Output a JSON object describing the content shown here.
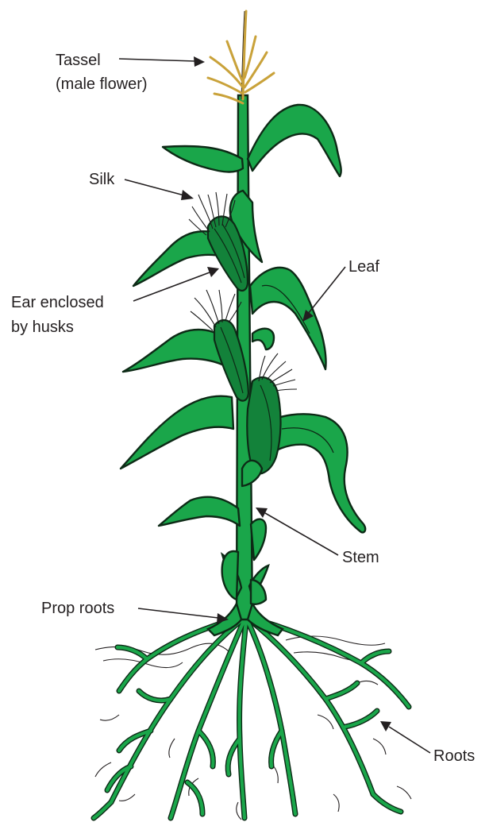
{
  "diagram": {
    "labels": {
      "tassel_line1": "Tassel",
      "tassel_line2": "(male flower)",
      "silk": "Silk",
      "ear_line1": "Ear enclosed",
      "ear_line2": "by husks",
      "leaf": "Leaf",
      "stem": "Stem",
      "prop_roots": "Prop roots",
      "roots": "Roots"
    },
    "colors": {
      "plant_green": "#1aa64a",
      "ear_green": "#13823a",
      "outline": "#0d2a16",
      "tassel": "#c9a23a",
      "text": "#231f20"
    }
  }
}
